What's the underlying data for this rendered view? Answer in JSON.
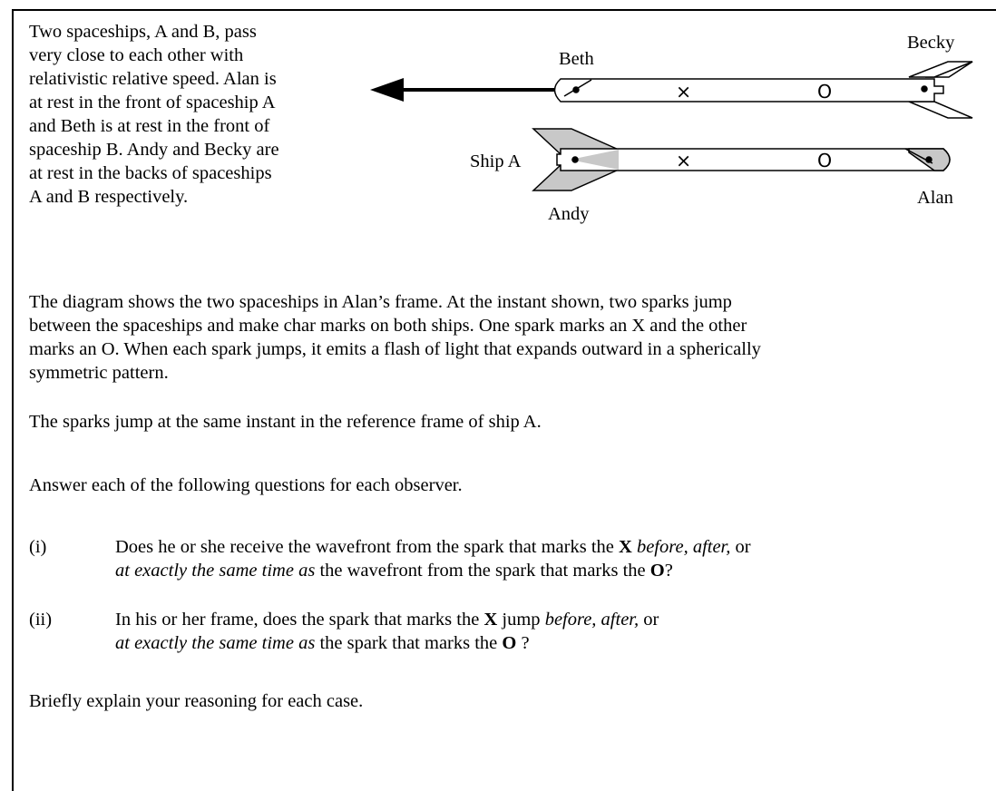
{
  "intro": {
    "lines": [
      "Two spaceships, A and B, pass",
      "very close to each other with",
      "relativistic relative speed.  Alan is",
      "at rest in the front of spaceship A",
      "and Beth is at rest in the front of",
      "spaceship B. Andy and Becky are",
      "at rest in the backs of spaceships",
      "A and B respectively."
    ]
  },
  "diagram": {
    "label_beth": "Beth",
    "label_becky": "Becky",
    "label_ship_a": "Ship A",
    "label_andy": "Andy",
    "label_alan": "Alan",
    "mark_x": "×",
    "mark_o": "O",
    "colors": {
      "fin_fill": "#c8c8c8",
      "stroke": "#000000"
    }
  },
  "paragraph1": {
    "lines": [
      "The diagram shows the two spaceships in Alan’s frame.  At the instant shown, two sparks jump",
      "between the spaceships and make char marks on both ships.  One spark marks an X and the other",
      "marks an O.  When each spark jumps, it emits a flash of light that expands outward in a spherically",
      "symmetric pattern."
    ]
  },
  "paragraph2": "The sparks jump at the same instant in the reference frame of ship A.",
  "paragraph3": "Answer each of the following questions for each observer.",
  "question1": {
    "num": "(i)",
    "line1_a": "Does he or she receive the wavefront from the spark that marks the ",
    "line1_b": "X",
    "line1_c": " before, after,",
    "line1_d": " or",
    "line2_a": "at exactly the same time as",
    "line2_b": " the wavefront from the spark that marks the ",
    "line2_c": "O",
    "line2_d": "?"
  },
  "question2": {
    "num": "(ii)",
    "line1_a": "In his or her frame, does the spark that marks the ",
    "line1_b": "X",
    "line1_c": " jump ",
    "line1_d": "before, after,",
    "line1_e": " or",
    "line2_a": "at exactly the same time as",
    "line2_b": " the spark that marks the ",
    "line2_c": "O",
    "line2_d": " ?"
  },
  "closing": "Briefly explain your reasoning for each case."
}
